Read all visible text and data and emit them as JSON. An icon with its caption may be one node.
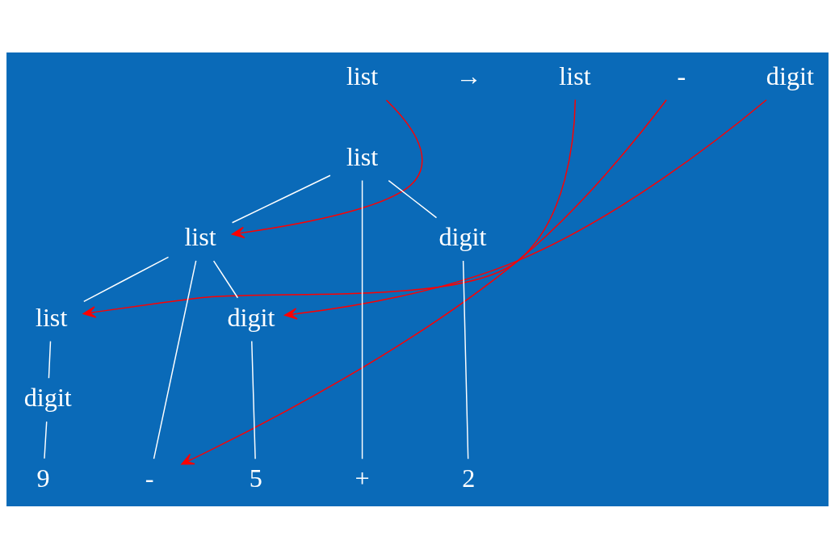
{
  "diagram": {
    "nodes": [
      {
        "text": [
          "list"
        ]
      },
      {
        "text": [
          "list"
        ]
      },
      {
        "text": [
          "-"
        ]
      },
      {
        "text": [
          "digit"
        ]
      },
      {
        "text": [
          "list"
        ]
      },
      {
        "text": [
          "list"
        ]
      },
      {
        "text": [
          "digit"
        ]
      },
      {
        "text": [
          "list"
        ]
      },
      {
        "text": [
          "digit"
        ]
      },
      {
        "text": [
          "digit"
        ]
      },
      {
        "text": [
          "9"
        ]
      },
      {
        "text": [
          "-"
        ]
      },
      {
        "text": [
          "5"
        ]
      },
      {
        "text": [
          "+"
        ]
      },
      {
        "text": [
          "2"
        ]
      }
    ],
    "edges": [
      {
        "from": 4,
        "to": 5,
        "arrow": "none"
      },
      {
        "from": 4,
        "to": 13,
        "arrow": "none"
      },
      {
        "from": 4,
        "to": 6,
        "arrow": "none"
      },
      {
        "from": 5,
        "to": 7,
        "arrow": "none"
      },
      {
        "from": 5,
        "to": 11,
        "arrow": "none"
      },
      {
        "from": 5,
        "to": 8,
        "arrow": "none"
      },
      {
        "from": 7,
        "to": 9,
        "arrow": "none"
      },
      {
        "from": 9,
        "to": 10,
        "arrow": "none"
      },
      {
        "from": 8,
        "to": 12,
        "arrow": "none"
      },
      {
        "from": 6,
        "to": 14,
        "arrow": "none"
      },
      {
        "from": 0,
        "to": 5,
        "arrow": "to",
        "color": "#ff0000"
      },
      {
        "from": 1,
        "to": 7,
        "arrow": "to",
        "color": "#ff0000"
      },
      {
        "from": 2,
        "to": 11,
        "arrow": "to",
        "color": "#ff0000"
      },
      {
        "from": 3,
        "to": 8,
        "arrow": "to",
        "color": "#ff0000"
      }
    ],
    "labels": [
      "→"
    ]
  }
}
